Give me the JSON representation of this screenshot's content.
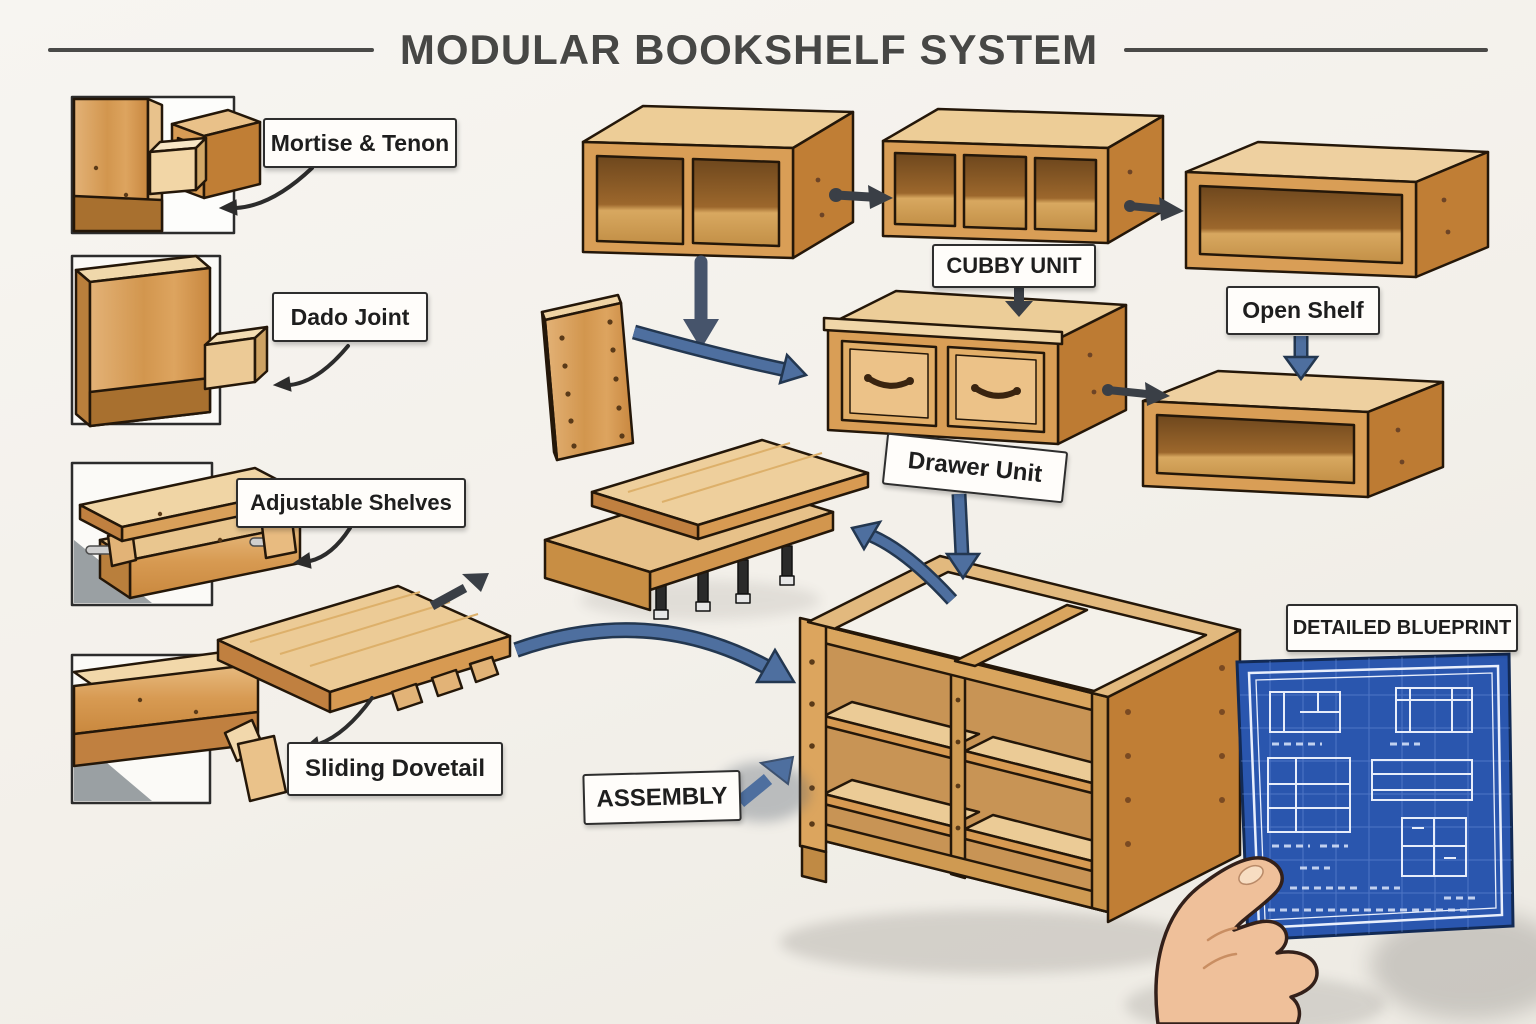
{
  "title": "MODULAR BOOKSHELF SYSTEM",
  "joints": [
    {
      "name": "mortise-tenon",
      "label": "Mortise & Tenon"
    },
    {
      "name": "dado-joint",
      "label": "Dado Joint"
    },
    {
      "name": "adjustable-shelves",
      "label": "Adjustable Shelves"
    },
    {
      "name": "sliding-dovetail",
      "label": "Sliding Dovetail"
    }
  ],
  "units": [
    {
      "name": "cubby-unit",
      "label": "CUBBY UNIT"
    },
    {
      "name": "open-shelf",
      "label": "Open Shelf"
    },
    {
      "name": "drawer-unit",
      "label": "Drawer Unit"
    }
  ],
  "process": [
    {
      "name": "assembly",
      "label": "ASSEMBLY"
    },
    {
      "name": "detailed-blueprint",
      "label": "DETAILED BLUEPRINT"
    }
  ],
  "icons": [
    "arrow-right-icon",
    "arrow-down-icon",
    "curved-arrow-icon",
    "blueprint-sheet",
    "hand-holding-blueprint"
  ],
  "colors": {
    "background": "#f4f1ec",
    "wood_light": "#eed0a0",
    "wood_mid": "#d99e56",
    "wood_dark": "#c07e35",
    "outline": "#241709",
    "arrow_dark": "#3a3f46",
    "arrow_blue": "#4e6f9f",
    "label_bg": "#fffdfa",
    "label_border": "#2e2e2e",
    "title_color": "#474745",
    "blueprint_blue": "#2a56ae",
    "blueprint_lines": "#eef3ff",
    "skin": "#efc09a"
  }
}
